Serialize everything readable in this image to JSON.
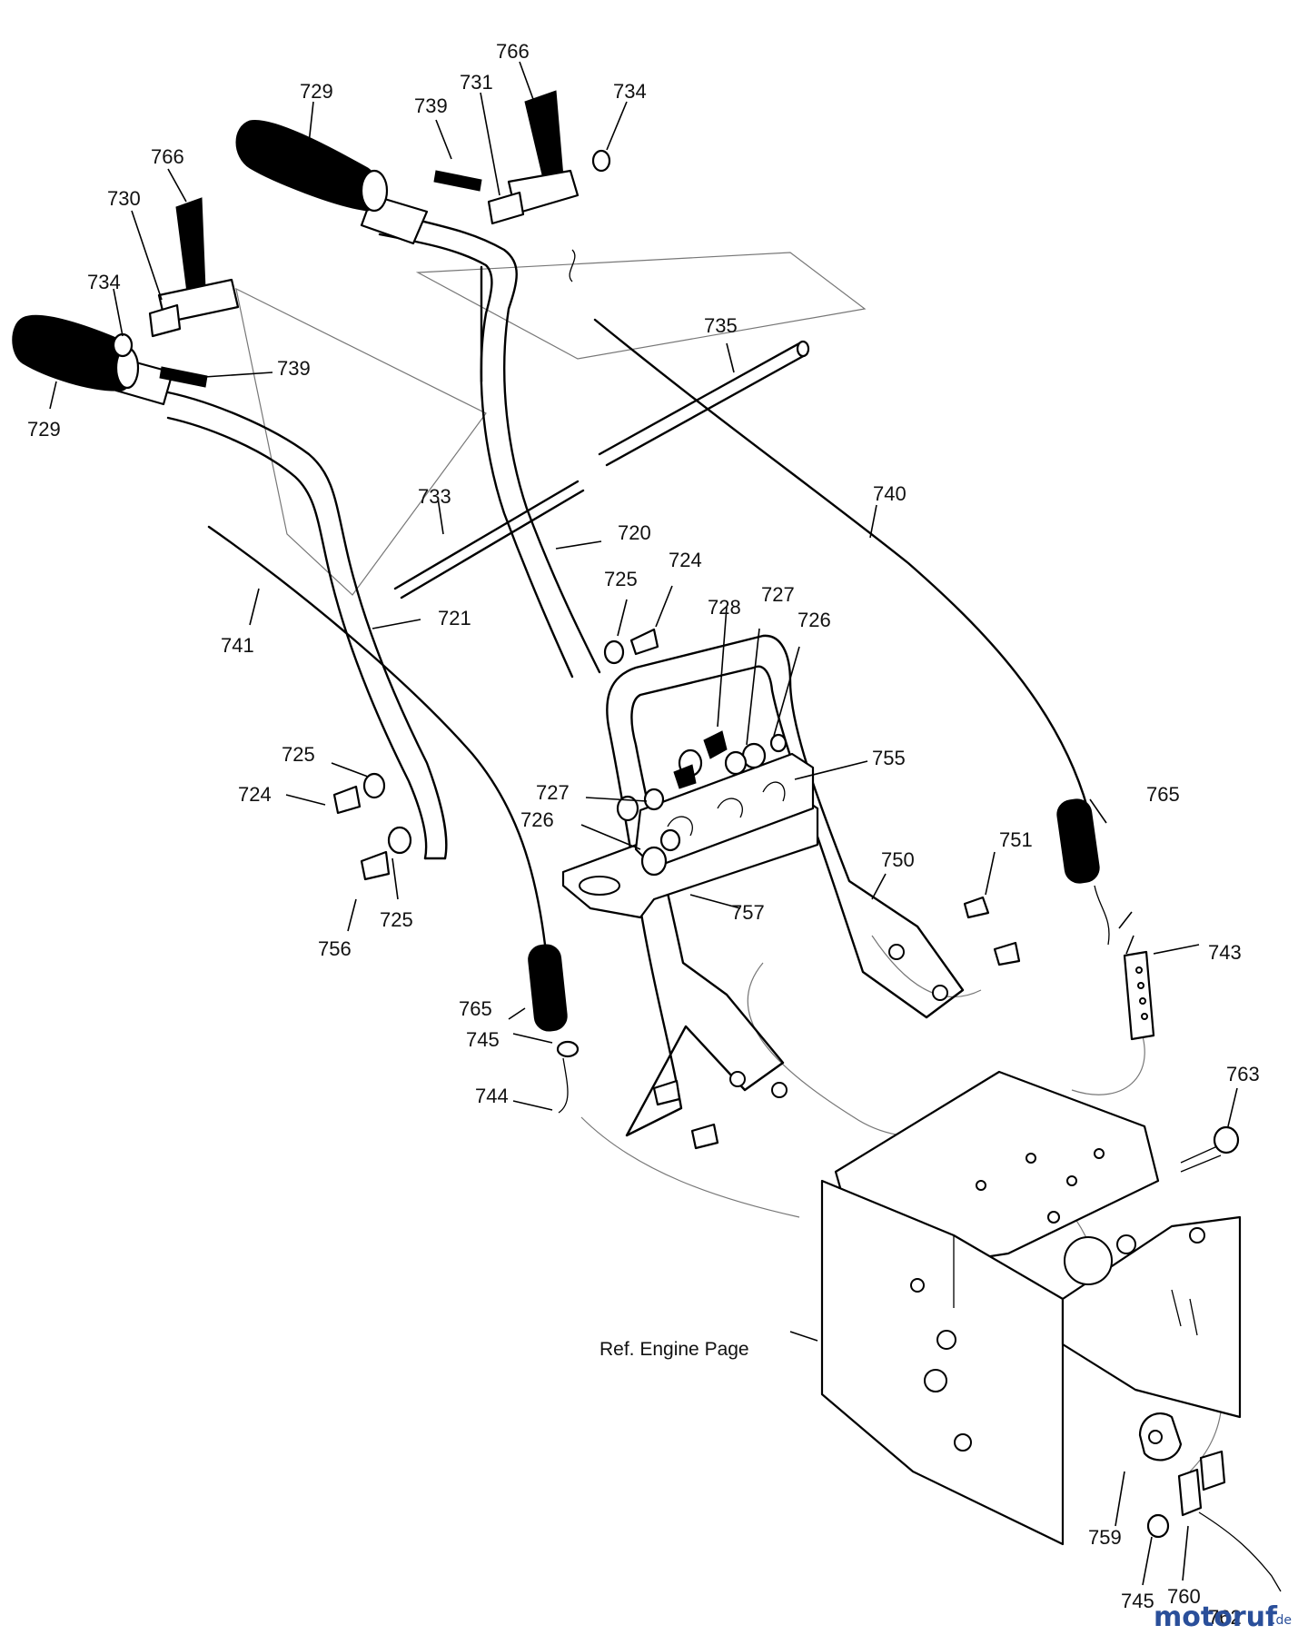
{
  "labels": {
    "l766a": "766",
    "l729a": "729",
    "l731": "731",
    "l739a": "739",
    "l734a": "734",
    "l766b": "766",
    "l730": "730",
    "l734b": "734",
    "l735": "735",
    "l739b": "739",
    "l729b": "729",
    "l733": "733",
    "l740": "740",
    "l720": "720",
    "l725a": "725",
    "l724a": "724",
    "l728": "728",
    "l727a": "727",
    "l726a": "726",
    "l721": "721",
    "l741": "741",
    "l755": "755",
    "l725b": "725",
    "l724b": "724",
    "l727b": "727",
    "l726b": "726",
    "l765a": "765",
    "l751": "751",
    "l750": "750",
    "l757": "757",
    "l725c": "725",
    "l756": "756",
    "l743": "743",
    "l765b": "765",
    "l745a": "745",
    "l744": "744",
    "l763": "763",
    "l759": "759",
    "l745b": "745",
    "l760": "760",
    "l762": "762"
  },
  "reference": {
    "engine": "Ref. Engine Page"
  },
  "watermark": {
    "main": "motoruf",
    "tld": ".de"
  }
}
